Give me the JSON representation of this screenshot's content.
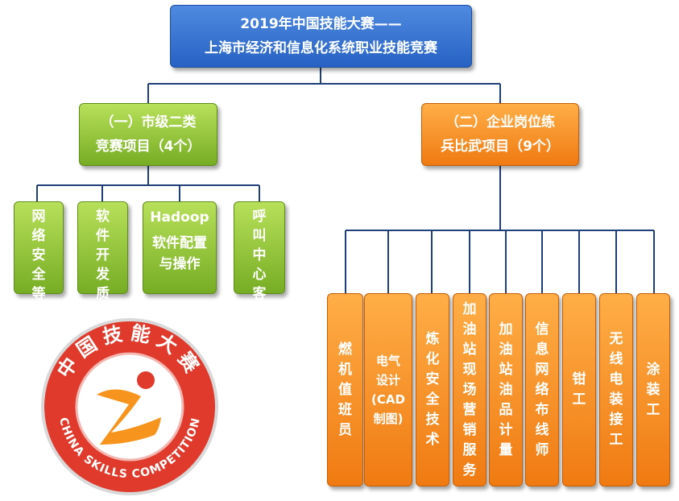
{
  "root": {
    "line1": "2019年中国技能大赛——",
    "line2": "上海市经济和信息化系统职业技能竞赛"
  },
  "category1": {
    "line1": "（一）市级二类",
    "line2": "竞赛项目（4个）"
  },
  "category2": {
    "line1": "（二）企业岗位练",
    "line2": "兵比武项目（9个）"
  },
  "city_items": [
    "网络安全等级保护管理",
    "软件开发质量控制",
    "Hadoop 软件配置与操作",
    "呼叫中心客户服务"
  ],
  "hadoop": {
    "line1": "Hadoop",
    "line2": "软件配置与操作"
  },
  "enterprise_items": [
    "燃机值班员",
    "电气设计(CAD制图)",
    "炼化安全技术",
    "加油站现场营销服务",
    "加油站油品计量",
    "信息网络布线师",
    "钳工",
    "无线电装接工",
    "涂装工"
  ],
  "cad": {
    "line1": "电气",
    "line2": "设计",
    "line3": "(CAD",
    "line4": "制图)"
  },
  "logo": {
    "chinese": "中国技能大赛",
    "english": "CHINA SKILLS COMPETITION"
  },
  "colors": {
    "blue": "#2f6fd6",
    "green": "#8dc63f",
    "orange": "#f7941d",
    "lines": "#1f3f7a",
    "logo_red": "#e03a2c"
  }
}
